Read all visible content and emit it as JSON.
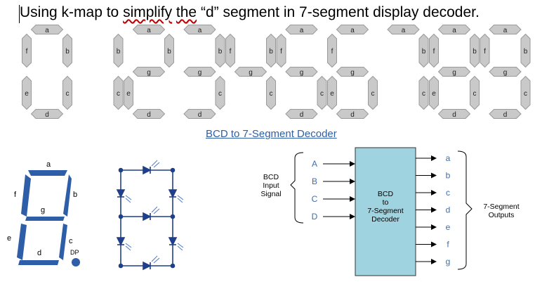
{
  "title": {
    "pre": "Using k-map to ",
    "squiggle1": "simplify",
    "mid": " ",
    "squiggle2": "the",
    "post": " “d” segment in 7-segment display decoder."
  },
  "digits": [
    0,
    1,
    2,
    3,
    4,
    5,
    6,
    7,
    8,
    9
  ],
  "segment_labels": {
    "a": "a",
    "b": "b",
    "c": "c",
    "d": "d",
    "e": "e",
    "f": "f",
    "g": "g"
  },
  "link": "BCD to 7-Segment Decoder",
  "diagram_led": {
    "labels": {
      "a": "a",
      "b": "b",
      "c": "c",
      "d": "d",
      "e": "e",
      "f": "f",
      "g": "g",
      "dp": "DP"
    }
  },
  "decoder": {
    "inputs": [
      "A",
      "B",
      "C",
      "D"
    ],
    "input_group_label": [
      "BCD",
      "Input",
      "Signal"
    ],
    "box_label": [
      "BCD",
      "to",
      "7-Segment",
      "Decoder"
    ],
    "outputs": [
      "a",
      "b",
      "c",
      "d",
      "e",
      "f",
      "g"
    ],
    "output_group_label": [
      "7-Segment",
      "Outputs"
    ]
  },
  "colors": {
    "segment_fill": "#c9c9c9",
    "segment_stroke": "#9a9a9a",
    "led_blue": "#2f5ea8",
    "decoder_box": "#9fd3e0",
    "link": "#2f5ea8"
  }
}
